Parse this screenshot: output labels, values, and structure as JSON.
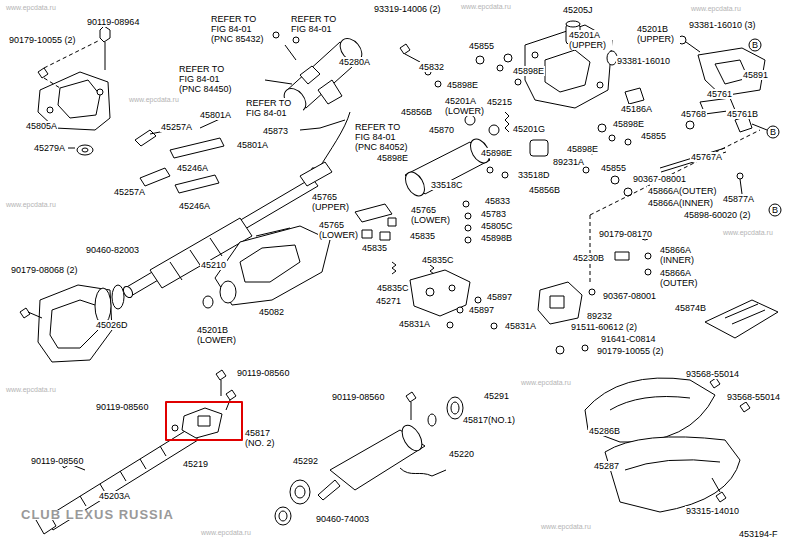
{
  "diagram": {
    "labels": [
      "90119-08964",
      "90179-10055 (2)",
      "REFER TO FIG 84-01 (PNC 85432)",
      "REFER TO FIG 84-01",
      "REFER TO FIG 84-01 (PNC 84450)",
      "REFER TO FIG 84-01",
      "93319-14006 (2)",
      "45280A",
      "45832",
      "45898E",
      "45855",
      "45898E",
      "45205J",
      "45201A (UPPER)",
      "45201B (UPPER)",
      "93381-16010 (3)",
      "B",
      "93381-16010",
      "45891",
      "45805A",
      "45257A",
      "45801A",
      "45279A",
      "45801A",
      "45246A",
      "45257A",
      "45246A",
      "45873",
      "REFER TO FIG 84-01 (PNC 84052)",
      "45898E",
      "45856B",
      "45201A (LOWER)",
      "45215",
      "45870",
      "45201G",
      "45186A",
      "45761",
      "45768",
      "45761B",
      "B",
      "45898E",
      "45855",
      "45898E",
      "89231A",
      "45855",
      "45767A",
      "45898E",
      "33518C",
      "33518D",
      "45856B",
      "90367-08001",
      "45866A(OUTER)",
      "45866A(INNER)",
      "45877A",
      "45898-60020 (2)",
      "B",
      "45765 (UPPER)",
      "45833",
      "45783",
      "45765 (LOWER)",
      "45805C",
      "45765 (LOWER)",
      "45835",
      "45898B",
      "45835",
      "90179-08170",
      "45866A (INNER)",
      "45230B",
      "45835C",
      "45866A (OUTER)",
      "45835C",
      "45897",
      "45271",
      "90367-08001",
      "45874B",
      "45897",
      "89232",
      "45831A",
      "45831A",
      "91511-60612 (2)",
      "91641-C0814",
      "90179-10055 (2)",
      "90460-82003",
      "90179-08068 (2)",
      "45210",
      "45082",
      "45026D",
      "45201B (LOWER)",
      "90119-08560",
      "90119-08560",
      "45817 (NO. 2)",
      "45219",
      "90119-08560",
      "45203A",
      "90119-08560",
      "45291",
      "45817(NO.1)",
      "45220",
      "45292",
      "90460-74003",
      "45286B",
      "45287",
      "93568-55014",
      "93568-55014",
      "93315-14010",
      "453194-F",
      "CLUB LEXUS RUSSIA",
      "www.epcdata.ru",
      "www.epcdata.ru",
      "www.epcdata.ru",
      "www.epcdata.ru",
      "www.epcdata.ru",
      "www.epcdata.ru",
      "www.epcdata.ru",
      "www.epcdata.ru",
      "www.epcdata.ru",
      "www.epcdata.ru"
    ]
  }
}
